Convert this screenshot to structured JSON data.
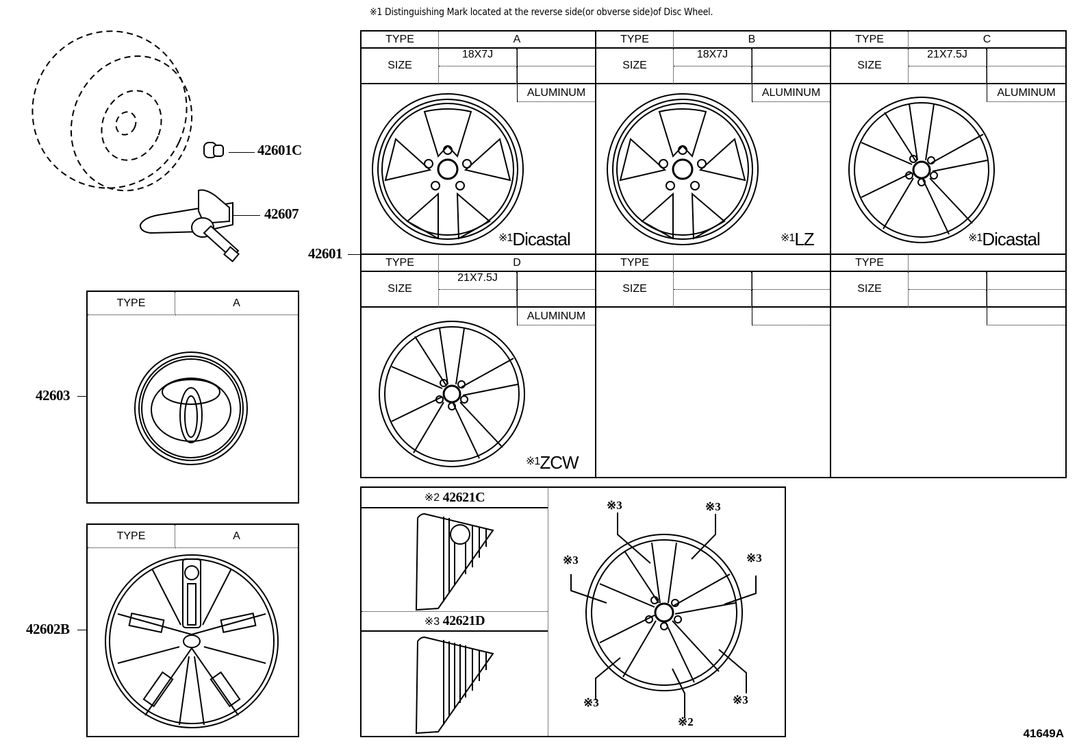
{
  "footnote": "※1 Distinguishing Mark located at the reverse side(or obverse side)of Disc Wheel.",
  "part_numbers": {
    "valve": "42601C",
    "tpms_sensor": "42607",
    "disc_wheel": "42601",
    "center_cap": "42603",
    "wheel_cap": "42602B"
  },
  "wheel_table": {
    "type_label": "TYPE",
    "size_label": "SIZE",
    "material_label": "ALUMINUM",
    "cells": [
      {
        "type": "A",
        "size": "18X7J",
        "material": "ALUMINUM",
        "mark_prefix": "※1",
        "mark": "Dicastal",
        "style": "5-spoke"
      },
      {
        "type": "B",
        "size": "18X7J",
        "material": "ALUMINUM",
        "mark_prefix": "※1",
        "mark": "LZ",
        "style": "5-spoke"
      },
      {
        "type": "C",
        "size": "21X7.5J",
        "material": "ALUMINUM",
        "mark_prefix": "※1",
        "mark": "Dicastal",
        "style": "multi-spoke-inserts"
      },
      {
        "type": "D",
        "size": "21X7.5J",
        "material": "ALUMINUM",
        "mark_prefix": "※1",
        "mark": "ZCW",
        "style": "multi-spoke-inserts"
      },
      {
        "type": "",
        "size": "",
        "material": "",
        "mark_prefix": "",
        "mark": "",
        "style": "empty"
      },
      {
        "type": "",
        "size": "",
        "material": "",
        "mark_prefix": "",
        "mark": "",
        "style": "empty"
      }
    ]
  },
  "center_cap_table": {
    "type_label": "TYPE",
    "type_value": "A"
  },
  "wheel_cap_table": {
    "type_label": "TYPE",
    "type_value": "A"
  },
  "inserts": {
    "insert_c": {
      "prefix": "※2",
      "part": "42621C"
    },
    "insert_d": {
      "prefix": "※3",
      "part": "42621D"
    },
    "callouts": [
      "※3",
      "※3",
      "※3",
      "※3",
      "※3",
      "※3",
      "※2"
    ]
  },
  "illustration_code": "41649A"
}
